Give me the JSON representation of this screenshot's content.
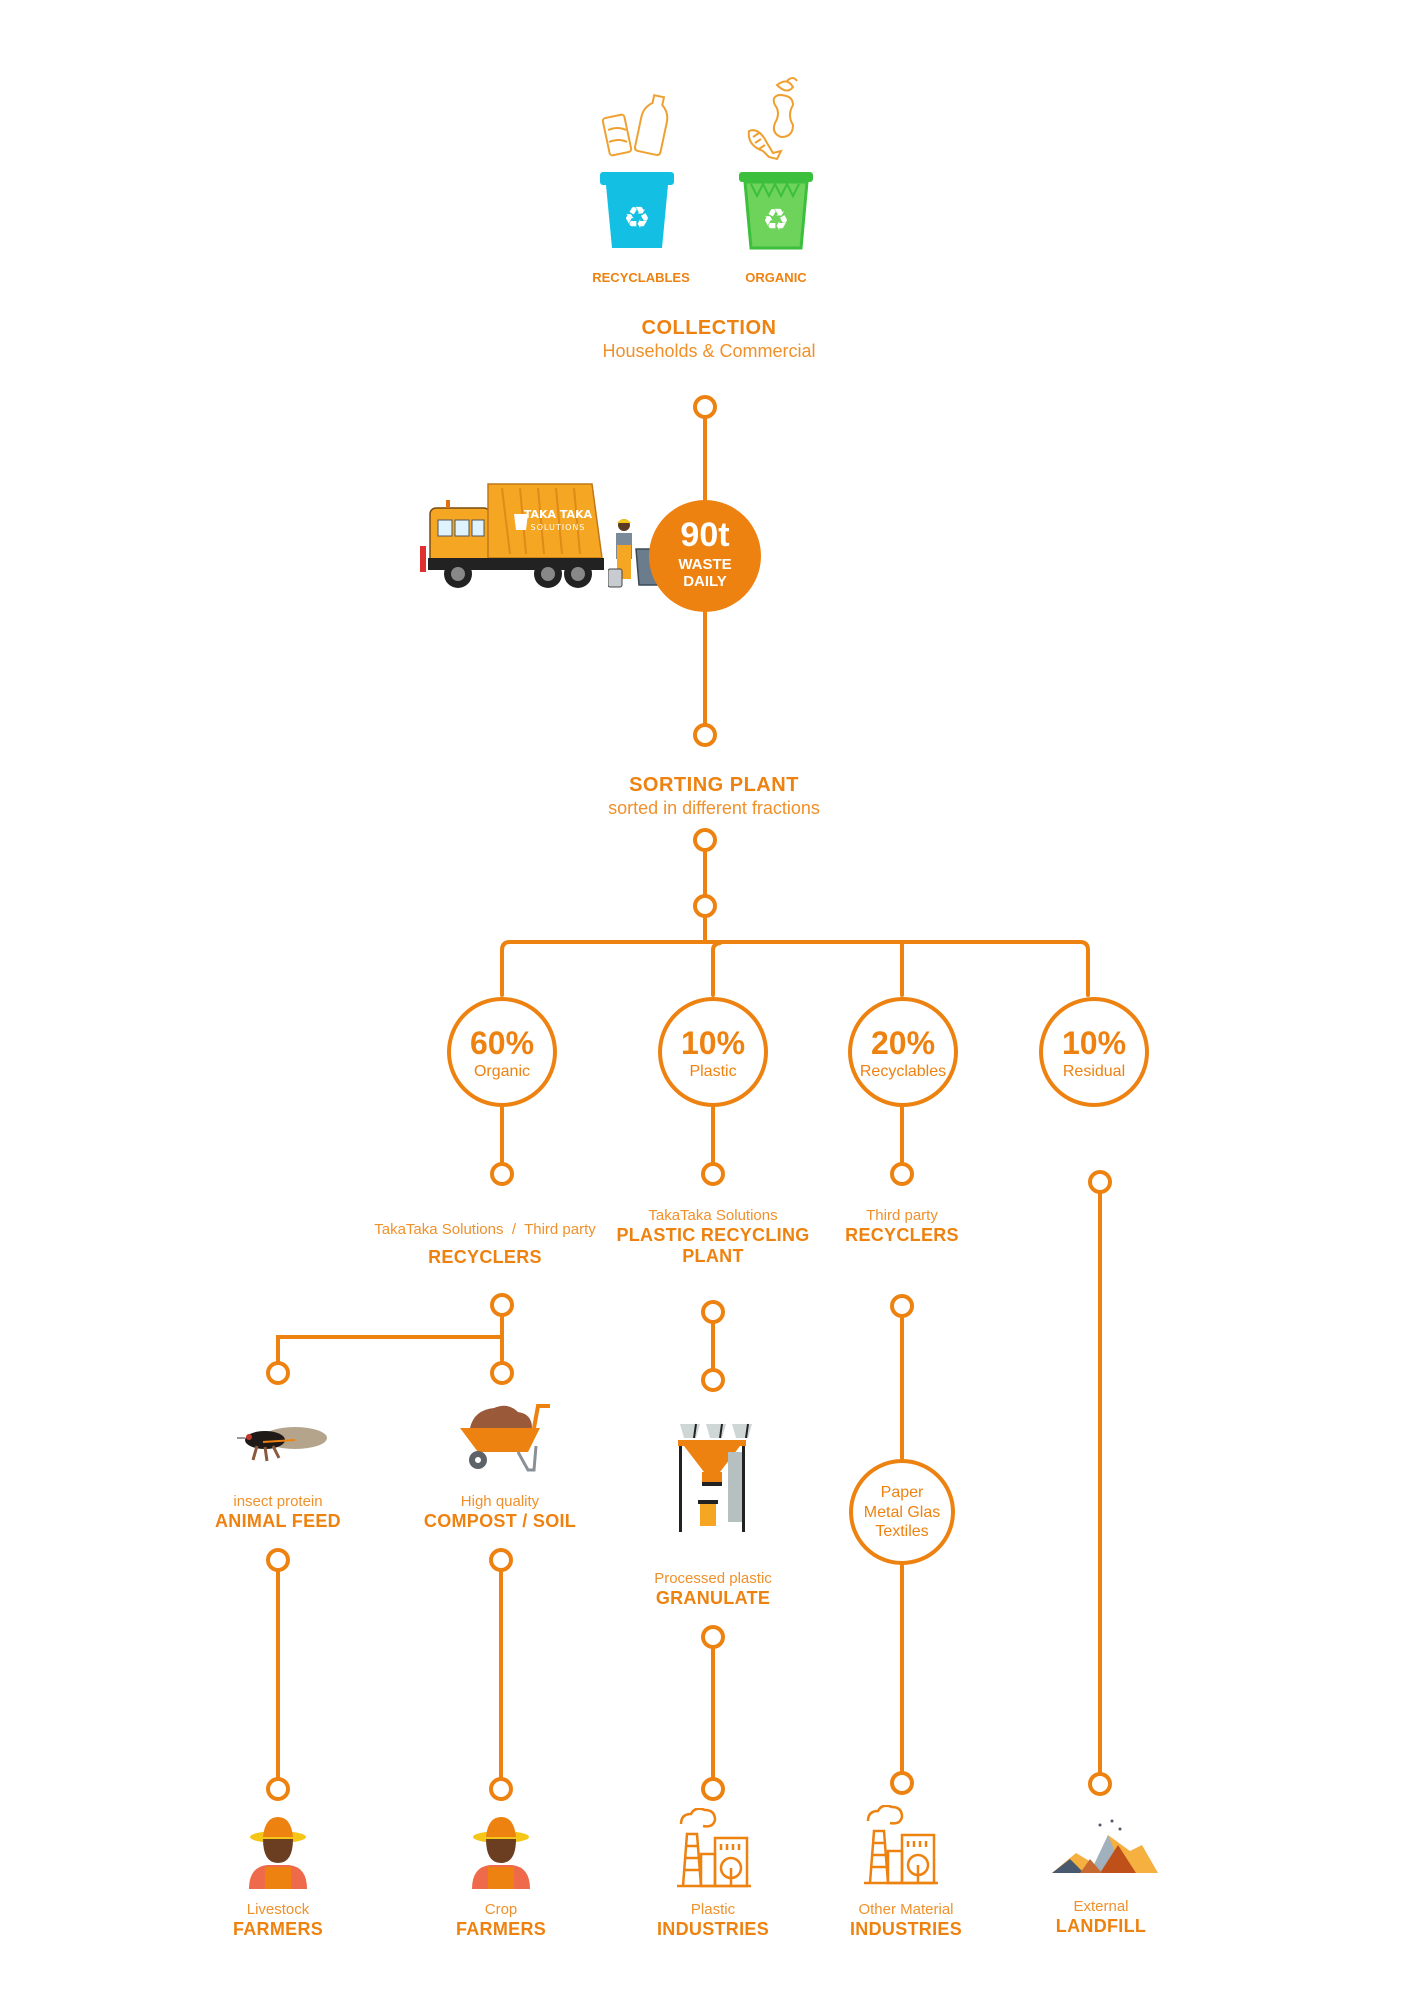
{
  "colors": {
    "accent": "#ee8210",
    "recyclables_bin": "#13c0e3",
    "organic_bin": "#6dd35a"
  },
  "collection": {
    "bins": [
      {
        "label": "RECYCLABLES",
        "icon": "recycle-bin-icon"
      },
      {
        "label": "ORGANIC",
        "icon": "organic-bin-icon"
      }
    ],
    "title": "COLLECTION",
    "subtitle": "Households & Commercial"
  },
  "transport": {
    "truck_brand_line1": "TAKA TAKA",
    "truck_brand_line2": "SOLUTIONS",
    "amount": "90t",
    "amount_label_line1": "WASTE",
    "amount_label_line2": "DAILY"
  },
  "sorting": {
    "title": "SORTING PLANT",
    "subtitle": "sorted in different fractions"
  },
  "fractions": [
    {
      "percent": "60%",
      "name": "Organic"
    },
    {
      "percent": "10%",
      "name": "Plastic"
    },
    {
      "percent": "20%",
      "name": "Recyclables"
    },
    {
      "percent": "10%",
      "name": "Residual"
    }
  ],
  "processors": {
    "organic": {
      "sub_left": "TakaTaka Solutions",
      "separator": "/",
      "sub_right": "Third party",
      "title": "RECYCLERS"
    },
    "plastic": {
      "sub": "TakaTaka Solutions",
      "title_line1": "PLASTIC RECYCLING",
      "title_line2": "PLANT"
    },
    "recyclables": {
      "sub": "Third party",
      "title": "RECYCLERS"
    }
  },
  "products": {
    "animal_feed": {
      "sub": "insect protein",
      "title": "ANIMAL FEED"
    },
    "compost": {
      "sub": "High quality",
      "title": "COMPOST / SOIL"
    },
    "granulate": {
      "sub": "Processed plastic",
      "title": "GRANULATE"
    },
    "materials": {
      "line1": "Paper",
      "line2": "Metal Glas",
      "line3": "Textiles"
    }
  },
  "destinations": [
    {
      "sub": "Livestock",
      "title": "FARMERS"
    },
    {
      "sub": "Crop",
      "title": "FARMERS"
    },
    {
      "sub": "Plastic",
      "title": "INDUSTRIES"
    },
    {
      "sub": "Other Material",
      "title": "INDUSTRIES"
    },
    {
      "sub": "External",
      "title": "LANDFILL"
    }
  ]
}
